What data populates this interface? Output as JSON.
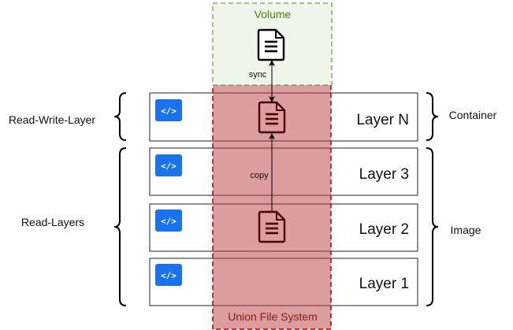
{
  "volume": {
    "label": "Volume",
    "label_color": "#4d7f17",
    "fill": "#eef5e9",
    "border": "#82b366"
  },
  "union_fs": {
    "label": "Union File System",
    "label_color": "#8b1c1c",
    "fill": "#d09898",
    "border": "#b20000"
  },
  "layers": [
    {
      "label": "Layer N",
      "icon": "code-icon"
    },
    {
      "label": "Layer 3",
      "icon": "code-icon"
    },
    {
      "label": "Layer 2",
      "icon": "code-icon"
    },
    {
      "label": "Layer 1",
      "icon": "code-icon"
    }
  ],
  "left_labels": {
    "read_write": "Read-Write-Layer",
    "read": "Read-Layers"
  },
  "right_labels": {
    "container": "Container",
    "image": "Image"
  },
  "edges": {
    "sync": "sync",
    "copy": "copy"
  },
  "colors": {
    "code_badge": "#1a73e8",
    "doc_on_union": "#4a0000",
    "doc_on_volume": "#000000",
    "layer_border": "#222222",
    "text": "#111111"
  },
  "icons": {
    "badge": "code-icon",
    "document": "document-icon"
  }
}
